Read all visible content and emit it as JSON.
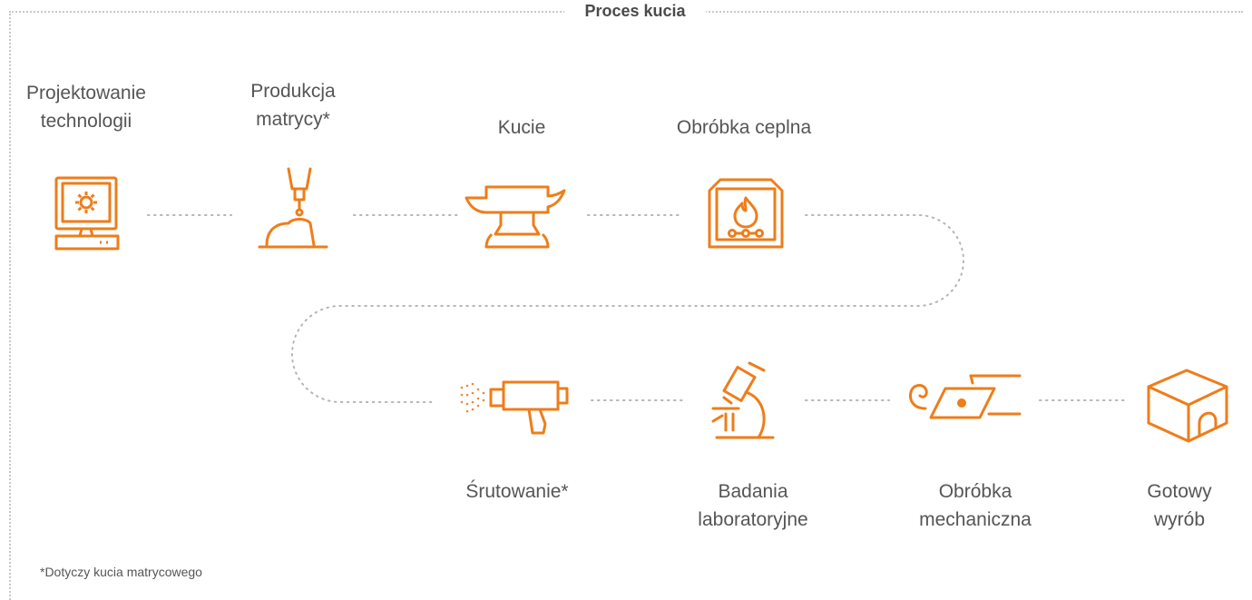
{
  "title": "Proces kucia",
  "accent_color": "#ee7d1a",
  "top_row": [
    {
      "line1": "Projektowanie",
      "line2": "technologii",
      "icon": "computer-gear-icon"
    },
    {
      "line1": "Produkcja",
      "line2": "matrycy*",
      "icon": "cnc-mill-icon"
    },
    {
      "line1": "",
      "line2": "Kucie",
      "icon": "anvil-icon"
    },
    {
      "line1": "",
      "line2": "Obróbka ceplna",
      "icon": "furnace-icon"
    }
  ],
  "bottom_row": [
    {
      "line1": "Śrutowanie*",
      "line2": "",
      "icon": "shot-blast-gun-icon"
    },
    {
      "line1": "Badania",
      "line2": "laboratoryjne",
      "icon": "microscope-icon"
    },
    {
      "line1": "Obróbka",
      "line2": "mechaniczna",
      "icon": "machining-icon"
    },
    {
      "line1": "Gotowy",
      "line2": "wyrób",
      "icon": "finished-product-icon"
    }
  ],
  "footnote": "*Dotyczy kucia matrycowego"
}
